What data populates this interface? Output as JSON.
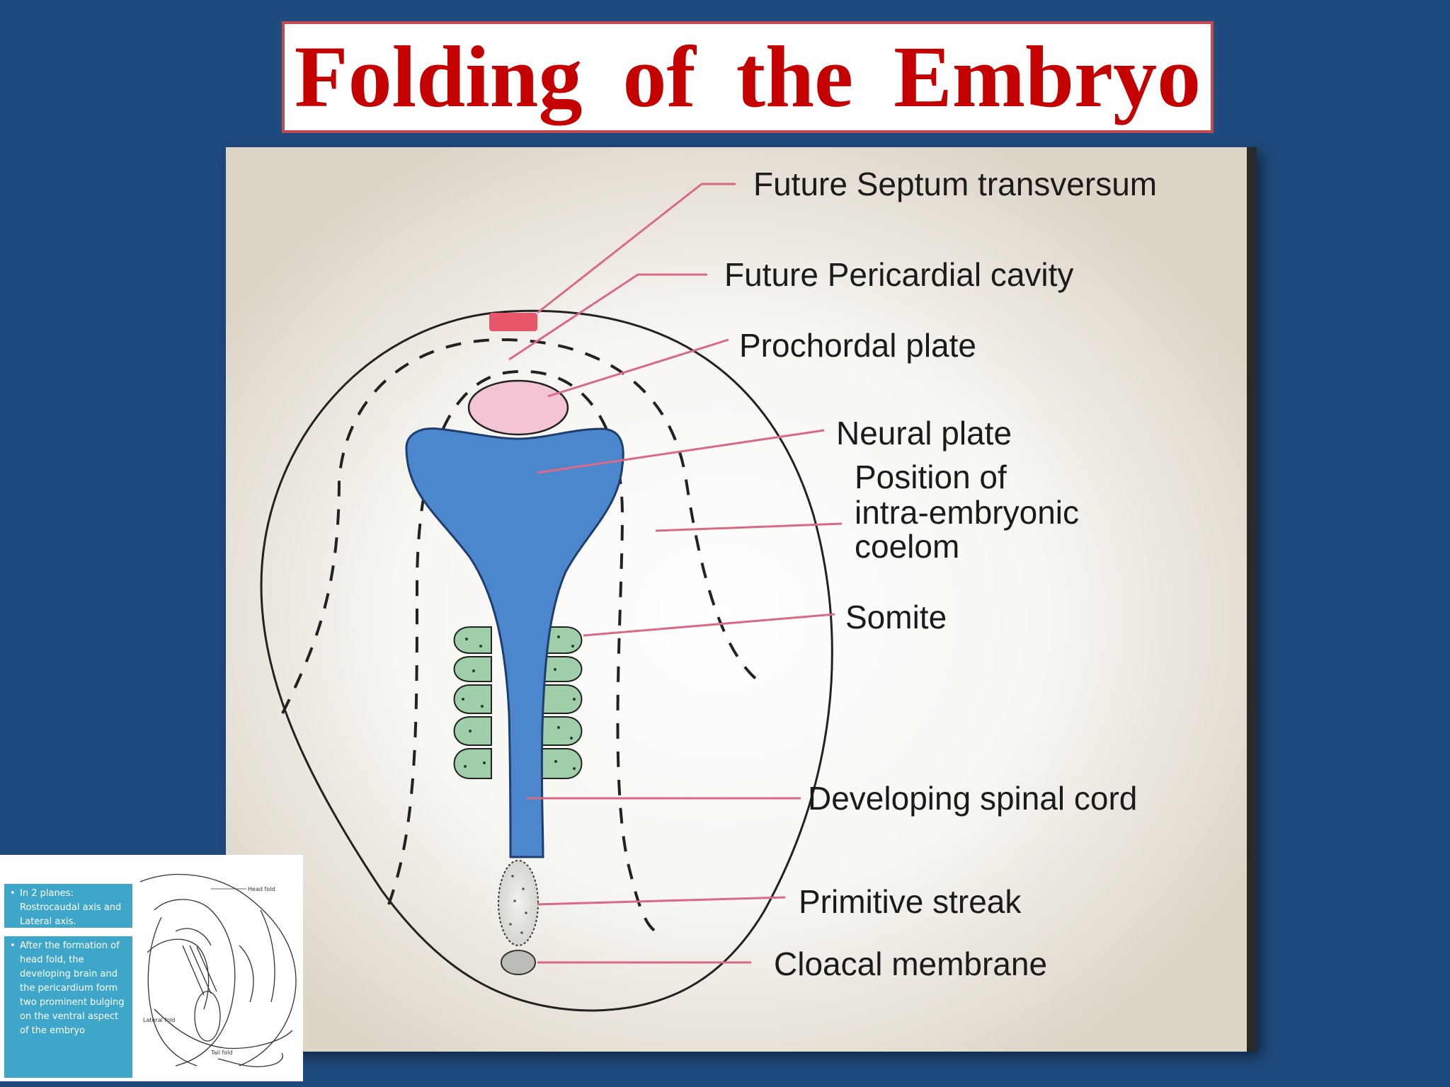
{
  "title": "Folding of the Embryo",
  "colors": {
    "background": "#1f4a7d",
    "title_text": "#c40000",
    "title_border": "#c44a52",
    "leader_line": "#d96a86",
    "neural_plate": "#4c86cc",
    "somite": "#9fcfa8",
    "prochordal": "#f3c3d6",
    "septum": "#e8566a",
    "inset_box": "#3ea7c9"
  },
  "diagram": {
    "labels": {
      "septum": "Future Septum transversum",
      "pericardial": "Future Pericardial cavity",
      "prochordal": "Prochordal plate",
      "neural": "Neural plate",
      "coelom_1": "Position of",
      "coelom_2": "intra-embryonic",
      "coelom_3": "coelom",
      "somite": "Somite",
      "spinal": "Developing spinal cord",
      "streak": "Primitive streak",
      "cloacal": "Cloacal membrane"
    }
  },
  "inset": {
    "box1": "In 2 planes: Rostrocaudal axis and Lateral axis.",
    "box2": "After the formation of head fold, the developing brain and the pericardium form two prominent bulging on the ventral aspect of the embryo",
    "head_fold": "Head fold",
    "lateral_fold": "Lateral fold",
    "tail_fold": "Tail fold"
  }
}
